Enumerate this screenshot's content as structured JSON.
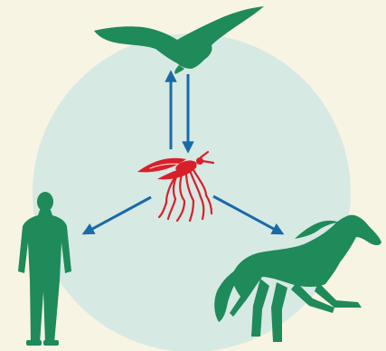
{
  "diagram": {
    "type": "transmission-cycle",
    "center": {
      "icon": "mosquito-icon"
    },
    "nodes": [
      {
        "role": "host",
        "icon": "bird-icon"
      },
      {
        "role": "dead-end-host",
        "icon": "human-icon"
      },
      {
        "role": "dead-end-host",
        "icon": "horse-icon"
      }
    ],
    "edges": [
      {
        "from": "mosquito-icon",
        "to": "bird-icon"
      },
      {
        "from": "bird-icon",
        "to": "mosquito-icon"
      },
      {
        "from": "mosquito-icon",
        "to": "human-icon"
      },
      {
        "from": "mosquito-icon",
        "to": "horse-icon"
      }
    ]
  },
  "colors": {
    "background": "#f8f4e3",
    "circle": "#d7e9e3",
    "silhouette": "#1f8a5a",
    "mosquito": "#d8202a",
    "arrow": "#1a6aa8"
  }
}
